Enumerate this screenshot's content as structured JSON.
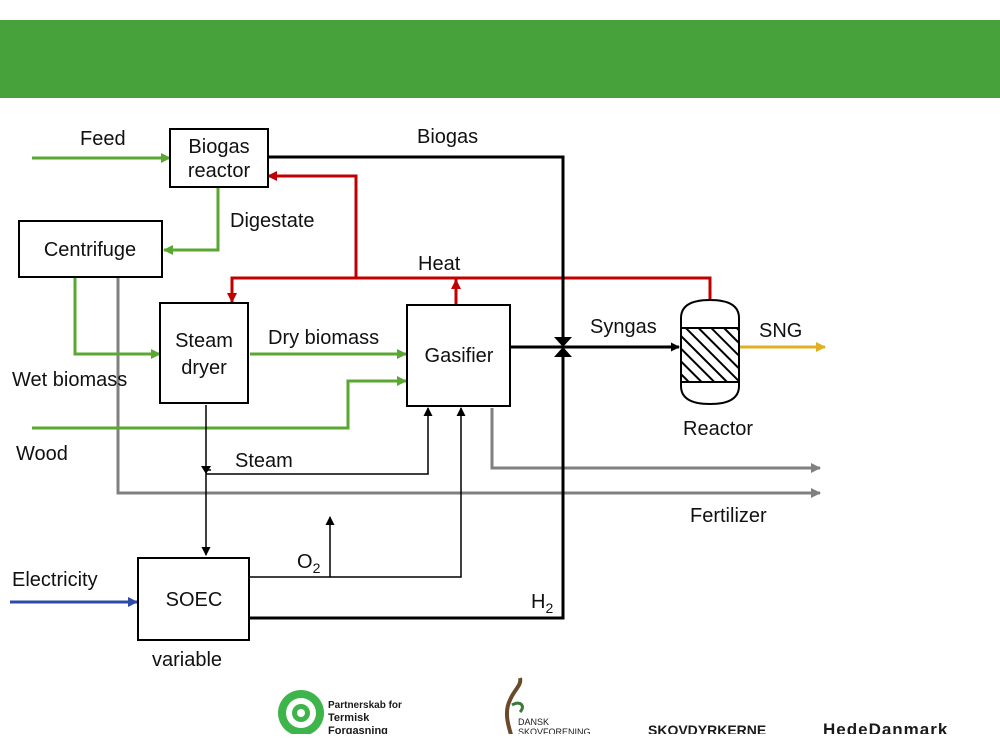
{
  "banner": {
    "color": "#48a23c"
  },
  "colors": {
    "feed_green": "#5aa832",
    "heat_red": "#c00000",
    "gray": "#808080",
    "electricity_blue": "#2e4aa8",
    "sng_yellow": "#e0b020",
    "black": "#000000"
  },
  "boxes": {
    "biogas_reactor": [
      "Biogas",
      "reactor"
    ],
    "centrifuge": "Centrifuge",
    "steam_dryer": [
      "Steam",
      "dryer"
    ],
    "gasifier": "Gasifier",
    "soec": "SOEC"
  },
  "labels": {
    "feed": "Feed",
    "biogas": "Biogas",
    "digestate": "Digestate",
    "heat": "Heat",
    "dry_biomass": "Dry biomass",
    "syngas": "Syngas",
    "sng": "SNG",
    "wet_biomass": "Wet biomass",
    "wood": "Wood",
    "steam": "Steam",
    "reactor": "Reactor",
    "fertilizer": "Fertilizer",
    "o2": "O",
    "o2_sub": "2",
    "electricity": "Electricity",
    "h2": "H",
    "h2_sub": "2",
    "variable": "variable"
  },
  "logos": {
    "partnerskab": [
      "Partnerskab for",
      "Termisk",
      "Forgasning"
    ],
    "dansk": [
      "DANSK",
      "SKOVFORENING"
    ],
    "skovdyrkerne": "SKOVDYRKERNE",
    "hededanmark": "HedeDanmark"
  }
}
